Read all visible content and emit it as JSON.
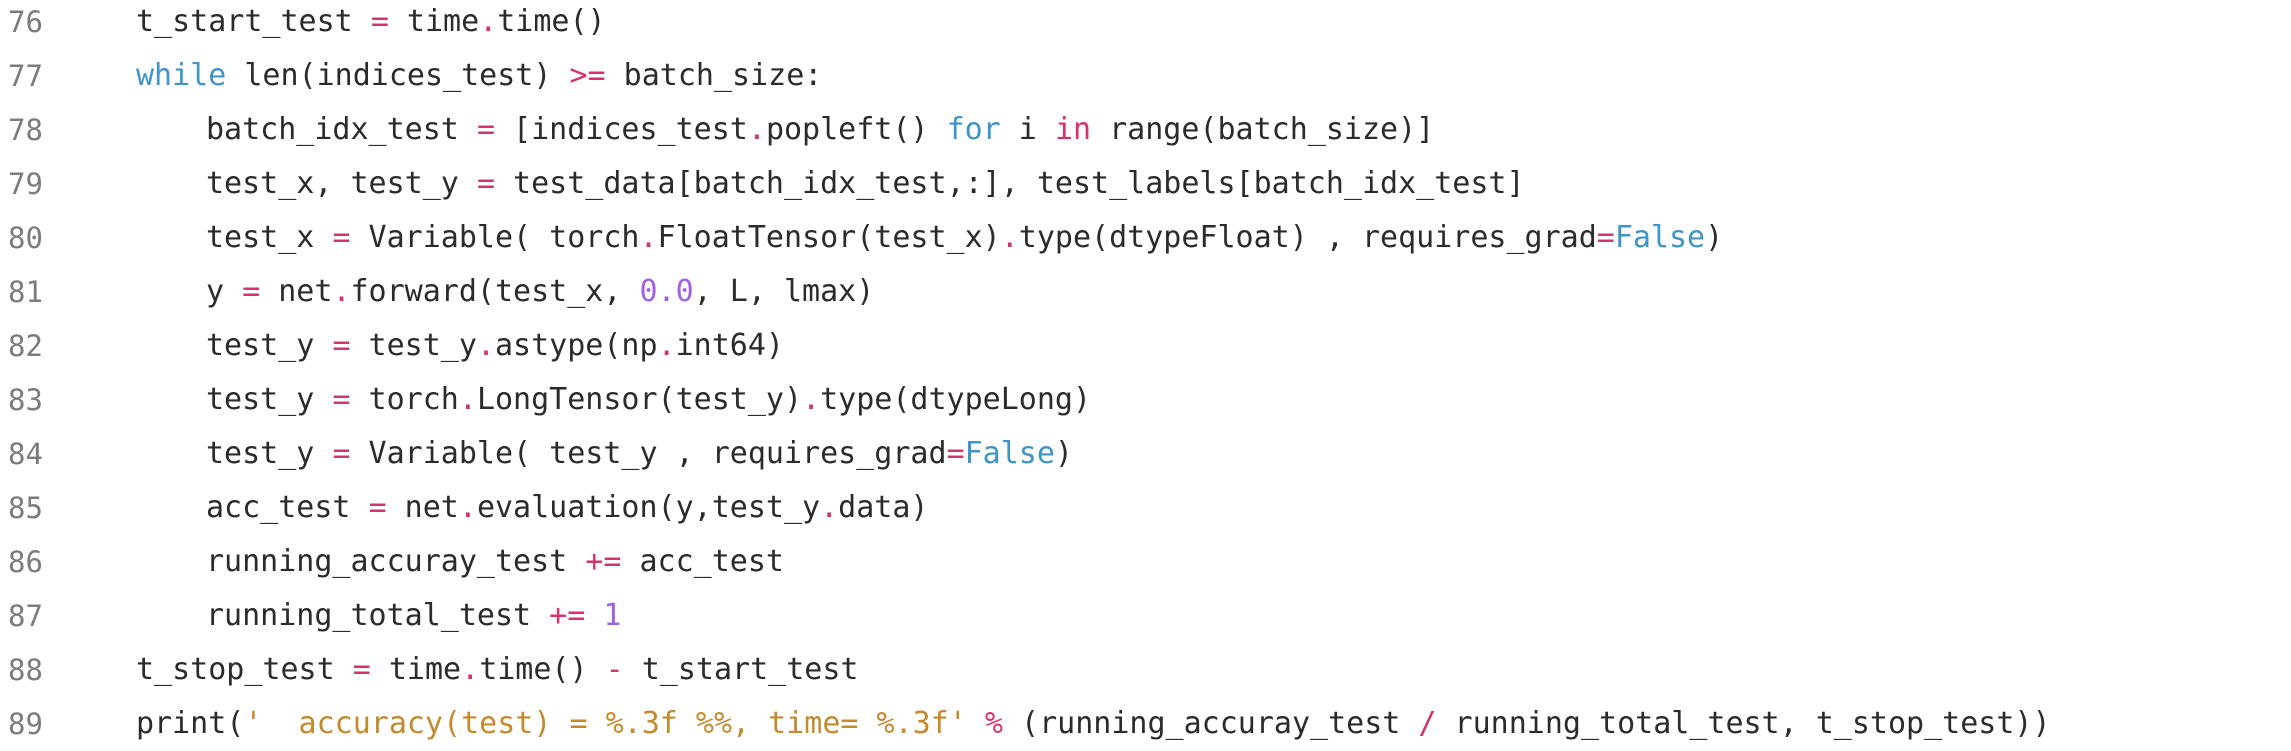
{
  "theme": {
    "background": "#ffffff",
    "plain": "#2b2b2b",
    "operator": "#d7336b",
    "keyword": "#3f94c8",
    "number": "#a061e7",
    "string": "#c38a2e",
    "gutter": "#7c7c7c"
  },
  "code": {
    "lines": [
      {
        "num": "76",
        "indent": 1,
        "tokens": [
          {
            "t": "t_start_test ",
            "c": "pl"
          },
          {
            "t": "=",
            "c": "op"
          },
          {
            "t": " time",
            "c": "pl"
          },
          {
            "t": ".",
            "c": "op"
          },
          {
            "t": "time()",
            "c": "pl"
          }
        ]
      },
      {
        "num": "77",
        "indent": 1,
        "tokens": [
          {
            "t": "while",
            "c": "kw"
          },
          {
            "t": " len(indices_test) ",
            "c": "pl"
          },
          {
            "t": ">=",
            "c": "op"
          },
          {
            "t": " batch_size:",
            "c": "pl"
          }
        ]
      },
      {
        "num": "78",
        "indent": 2,
        "tokens": [
          {
            "t": "batch_idx_test ",
            "c": "pl"
          },
          {
            "t": "=",
            "c": "op"
          },
          {
            "t": " [indices_test",
            "c": "pl"
          },
          {
            "t": ".",
            "c": "op"
          },
          {
            "t": "popleft() ",
            "c": "pl"
          },
          {
            "t": "for",
            "c": "kw"
          },
          {
            "t": " i ",
            "c": "pl"
          },
          {
            "t": "in",
            "c": "op"
          },
          {
            "t": " range(batch_size)]",
            "c": "pl"
          }
        ]
      },
      {
        "num": "79",
        "indent": 2,
        "tokens": [
          {
            "t": "test_x, test_y ",
            "c": "pl"
          },
          {
            "t": "=",
            "c": "op"
          },
          {
            "t": " test_data[batch_idx_test,:], test_labels[batch_idx_test]",
            "c": "pl"
          }
        ]
      },
      {
        "num": "80",
        "indent": 2,
        "tokens": [
          {
            "t": "test_x ",
            "c": "pl"
          },
          {
            "t": "=",
            "c": "op"
          },
          {
            "t": " Variable( torch",
            "c": "pl"
          },
          {
            "t": ".",
            "c": "op"
          },
          {
            "t": "FloatTensor(test_x)",
            "c": "pl"
          },
          {
            "t": ".",
            "c": "op"
          },
          {
            "t": "type(dtypeFloat) , requires_grad",
            "c": "pl"
          },
          {
            "t": "=",
            "c": "op"
          },
          {
            "t": "False",
            "c": "kw"
          },
          {
            "t": ")",
            "c": "pl"
          }
        ]
      },
      {
        "num": "81",
        "indent": 2,
        "tokens": [
          {
            "t": "y ",
            "c": "pl"
          },
          {
            "t": "=",
            "c": "op"
          },
          {
            "t": " net",
            "c": "pl"
          },
          {
            "t": ".",
            "c": "op"
          },
          {
            "t": "forward(test_x, ",
            "c": "pl"
          },
          {
            "t": "0.0",
            "c": "num"
          },
          {
            "t": ", L, lmax)",
            "c": "pl"
          }
        ]
      },
      {
        "num": "82",
        "indent": 2,
        "tokens": [
          {
            "t": "test_y ",
            "c": "pl"
          },
          {
            "t": "=",
            "c": "op"
          },
          {
            "t": " test_y",
            "c": "pl"
          },
          {
            "t": ".",
            "c": "op"
          },
          {
            "t": "astype(np",
            "c": "pl"
          },
          {
            "t": ".",
            "c": "op"
          },
          {
            "t": "int64)",
            "c": "pl"
          }
        ]
      },
      {
        "num": "83",
        "indent": 2,
        "tokens": [
          {
            "t": "test_y ",
            "c": "pl"
          },
          {
            "t": "=",
            "c": "op"
          },
          {
            "t": " torch",
            "c": "pl"
          },
          {
            "t": ".",
            "c": "op"
          },
          {
            "t": "LongTensor(test_y)",
            "c": "pl"
          },
          {
            "t": ".",
            "c": "op"
          },
          {
            "t": "type(dtypeLong)",
            "c": "pl"
          }
        ]
      },
      {
        "num": "84",
        "indent": 2,
        "tokens": [
          {
            "t": "test_y ",
            "c": "pl"
          },
          {
            "t": "=",
            "c": "op"
          },
          {
            "t": " Variable( test_y , requires_grad",
            "c": "pl"
          },
          {
            "t": "=",
            "c": "op"
          },
          {
            "t": "False",
            "c": "kw"
          },
          {
            "t": ")",
            "c": "pl"
          }
        ]
      },
      {
        "num": "85",
        "indent": 2,
        "tokens": [
          {
            "t": "acc_test ",
            "c": "pl"
          },
          {
            "t": "=",
            "c": "op"
          },
          {
            "t": " net",
            "c": "pl"
          },
          {
            "t": ".",
            "c": "op"
          },
          {
            "t": "evaluation(y,test_y",
            "c": "pl"
          },
          {
            "t": ".",
            "c": "op"
          },
          {
            "t": "data)",
            "c": "pl"
          }
        ]
      },
      {
        "num": "86",
        "indent": 2,
        "tokens": [
          {
            "t": "running_accuray_test ",
            "c": "pl"
          },
          {
            "t": "+=",
            "c": "op"
          },
          {
            "t": " acc_test",
            "c": "pl"
          }
        ]
      },
      {
        "num": "87",
        "indent": 2,
        "tokens": [
          {
            "t": "running_total_test ",
            "c": "pl"
          },
          {
            "t": "+=",
            "c": "op"
          },
          {
            "t": " ",
            "c": "pl"
          },
          {
            "t": "1",
            "c": "num"
          }
        ]
      },
      {
        "num": "88",
        "indent": 1,
        "tokens": [
          {
            "t": "t_stop_test ",
            "c": "pl"
          },
          {
            "t": "=",
            "c": "op"
          },
          {
            "t": " time",
            "c": "pl"
          },
          {
            "t": ".",
            "c": "op"
          },
          {
            "t": "time() ",
            "c": "pl"
          },
          {
            "t": "-",
            "c": "op"
          },
          {
            "t": " t_start_test",
            "c": "pl"
          }
        ]
      },
      {
        "num": "89",
        "indent": 1,
        "tokens": [
          {
            "t": "print(",
            "c": "pl"
          },
          {
            "t": "'  accuracy(test) = %.3f %%, time= %.3f'",
            "c": "str"
          },
          {
            "t": " ",
            "c": "pl"
          },
          {
            "t": "%",
            "c": "op"
          },
          {
            "t": " (running_accuray_test ",
            "c": "pl"
          },
          {
            "t": "/",
            "c": "op"
          },
          {
            "t": " running_total_test, t_stop_test))",
            "c": "pl"
          }
        ]
      }
    ]
  }
}
